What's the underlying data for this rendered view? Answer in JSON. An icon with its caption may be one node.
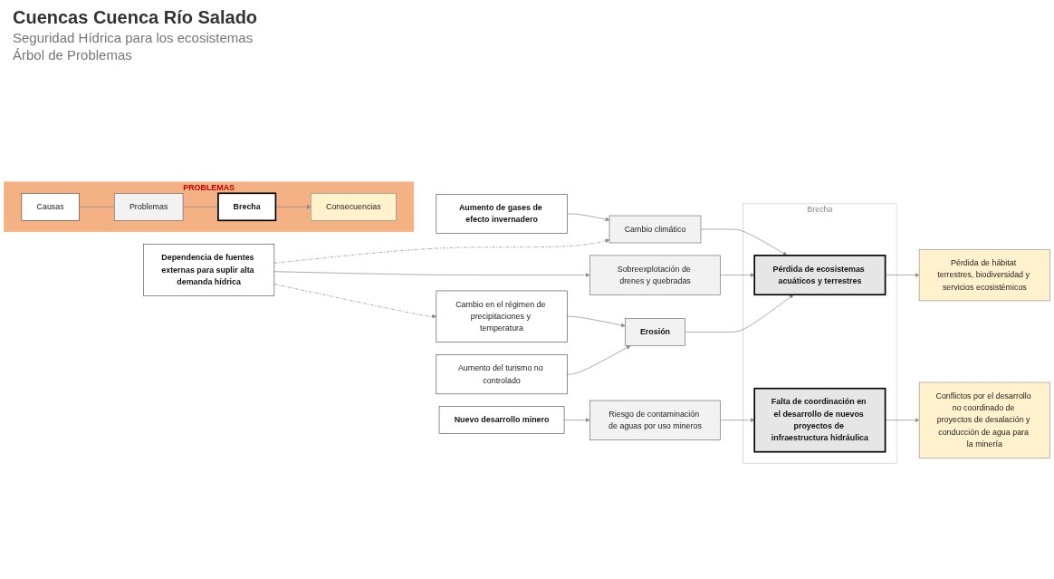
{
  "diagram": {
    "title": "Cuencas Cuenca Río Salado",
    "nodes": [
      {
        "text": [
          "PROBLEMAS"
        ]
      },
      {
        "text": [
          "Causas"
        ],
        "in": 0
      },
      {
        "text": [
          "Problemas"
        ],
        "in": 0
      },
      {
        "text": [
          "Brecha"
        ],
        "in": 0
      },
      {
        "text": [
          "Consecuencias"
        ],
        "in": 0
      },
      {
        "text": [
          "Aumento de gases de efecto invernadero"
        ]
      },
      {
        "text": [
          "Cambio climático"
        ]
      },
      {
        "text": [
          "Dependencia de fuentes externas para suplir alta demanda hídrica"
        ]
      },
      {
        "text": [
          "Sobreexplotación de drenes y quebradas"
        ]
      },
      {
        "text": [
          "Cambio en el régimen de precipitaciones y temperatura"
        ]
      },
      {
        "text": [
          "Erosión"
        ]
      },
      {
        "text": [
          "Aumento del turismo no controlado"
        ]
      },
      {
        "text": [
          "Nuevo desarrollo minero"
        ]
      },
      {
        "text": [
          "Riesgo de contaminación de aguas por uso mineros"
        ]
      },
      {
        "text": [
          "Brecha"
        ]
      },
      {
        "text": [
          "Pérdida de ecosistemas acuáticos y terrestres"
        ],
        "in": 14
      },
      {
        "text": [
          "Falta de coordinación en el desarrollo de nuevos proyectos de infraestructura hidráulica"
        ],
        "in": 14
      },
      {
        "text": [
          "Pérdida de hábitat terrestres, biodiversidad y servicios ecosistémicos"
        ]
      },
      {
        "text": [
          "Conflictos por el desarrollo no coordinado de proyectos de desalación y conducción de agua para la minería"
        ]
      }
    ],
    "edges": [
      {
        "from": 1,
        "to": 2,
        "arrow": "none"
      },
      {
        "from": 2,
        "to": 3,
        "arrow": "none"
      },
      {
        "from": 3,
        "to": 4,
        "arrow": "to"
      },
      {
        "from": 5,
        "to": 6,
        "arrow": "to"
      },
      {
        "from": 7,
        "to": 6,
        "arrow": "to",
        "style": "dashed"
      },
      {
        "from": 7,
        "to": 8,
        "arrow": "to"
      },
      {
        "from": 7,
        "to": 9,
        "arrow": "to",
        "style": "dashed"
      },
      {
        "from": 6,
        "to": 15,
        "arrow": "to"
      },
      {
        "from": 8,
        "to": 15,
        "arrow": "to"
      },
      {
        "from": 9,
        "to": 10,
        "arrow": "to"
      },
      {
        "from": 11,
        "to": 10,
        "arrow": "to"
      },
      {
        "from": 10,
        "to": 15,
        "arrow": "to"
      },
      {
        "from": 12,
        "to": 13,
        "arrow": "to"
      },
      {
        "from": 13,
        "to": 16,
        "arrow": "to"
      },
      {
        "from": 15,
        "to": 17,
        "arrow": "to"
      },
      {
        "from": 16,
        "to": 18,
        "arrow": "to"
      }
    ],
    "labels": [
      "Seguridad Hídrica para los ecosistemas",
      "Árbol de Problemas"
    ]
  }
}
